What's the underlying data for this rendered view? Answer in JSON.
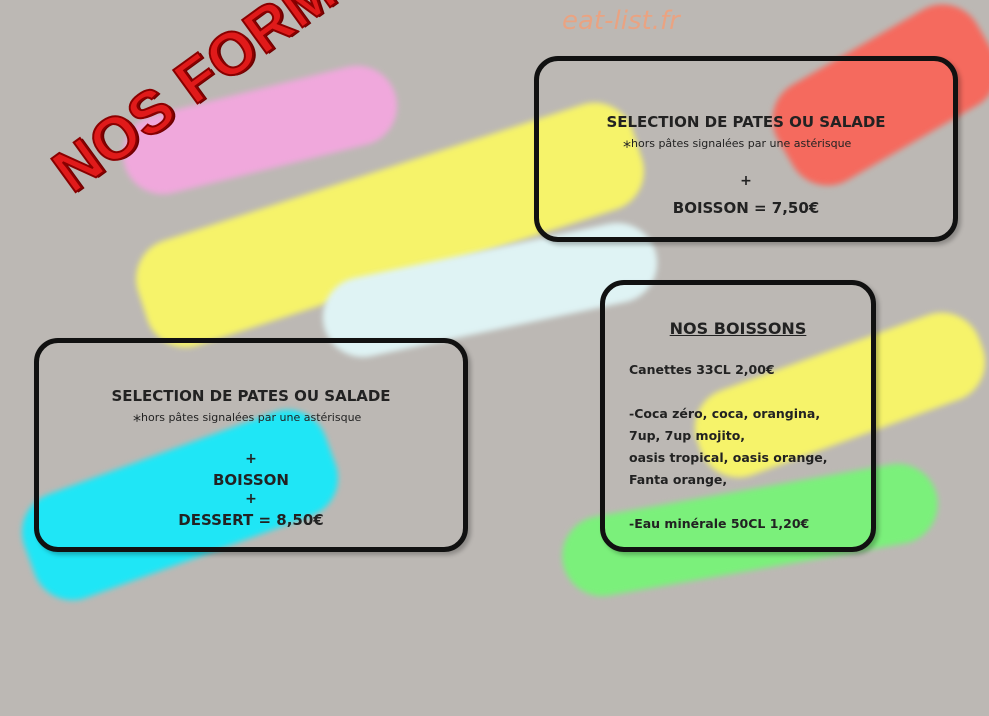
{
  "watermark": "eat-list.fr",
  "title": "NOS FORMULES",
  "formule_1": {
    "heading": "SELECTION DE PATES OU SALADE",
    "asterisk": "*",
    "note": "hors pâtes signalées par une astérisque",
    "plus": "+",
    "price_line": "BOISSON = 7,50€"
  },
  "formule_2": {
    "heading": "SELECTION DE PATES OU SALADE",
    "asterisk": "*",
    "note": "hors pâtes signalées par une astérisque",
    "plus1": "+",
    "boisson": "BOISSON",
    "plus2": "+",
    "price_line": "DESSERT = 8,50€"
  },
  "boissons": {
    "heading": "NOS BOISSONS",
    "canettes": "Canettes 33CL 2,00€",
    "list": [
      "-Coca zéro, coca, orangina,",
      "7up, 7up mojito,",
      "oasis tropical, oasis orange,",
      "Fanta orange,"
    ],
    "eau": "-Eau minérale 50CL 1,20€"
  },
  "colors": {
    "pink": "#f0a8dc",
    "yellow": "#f6f36a",
    "light_cyan": "#dff3f4",
    "red": "#f56a5e",
    "cyan": "#1fe6f6",
    "green": "#7bf07b",
    "title_red": "#e01a1a"
  }
}
